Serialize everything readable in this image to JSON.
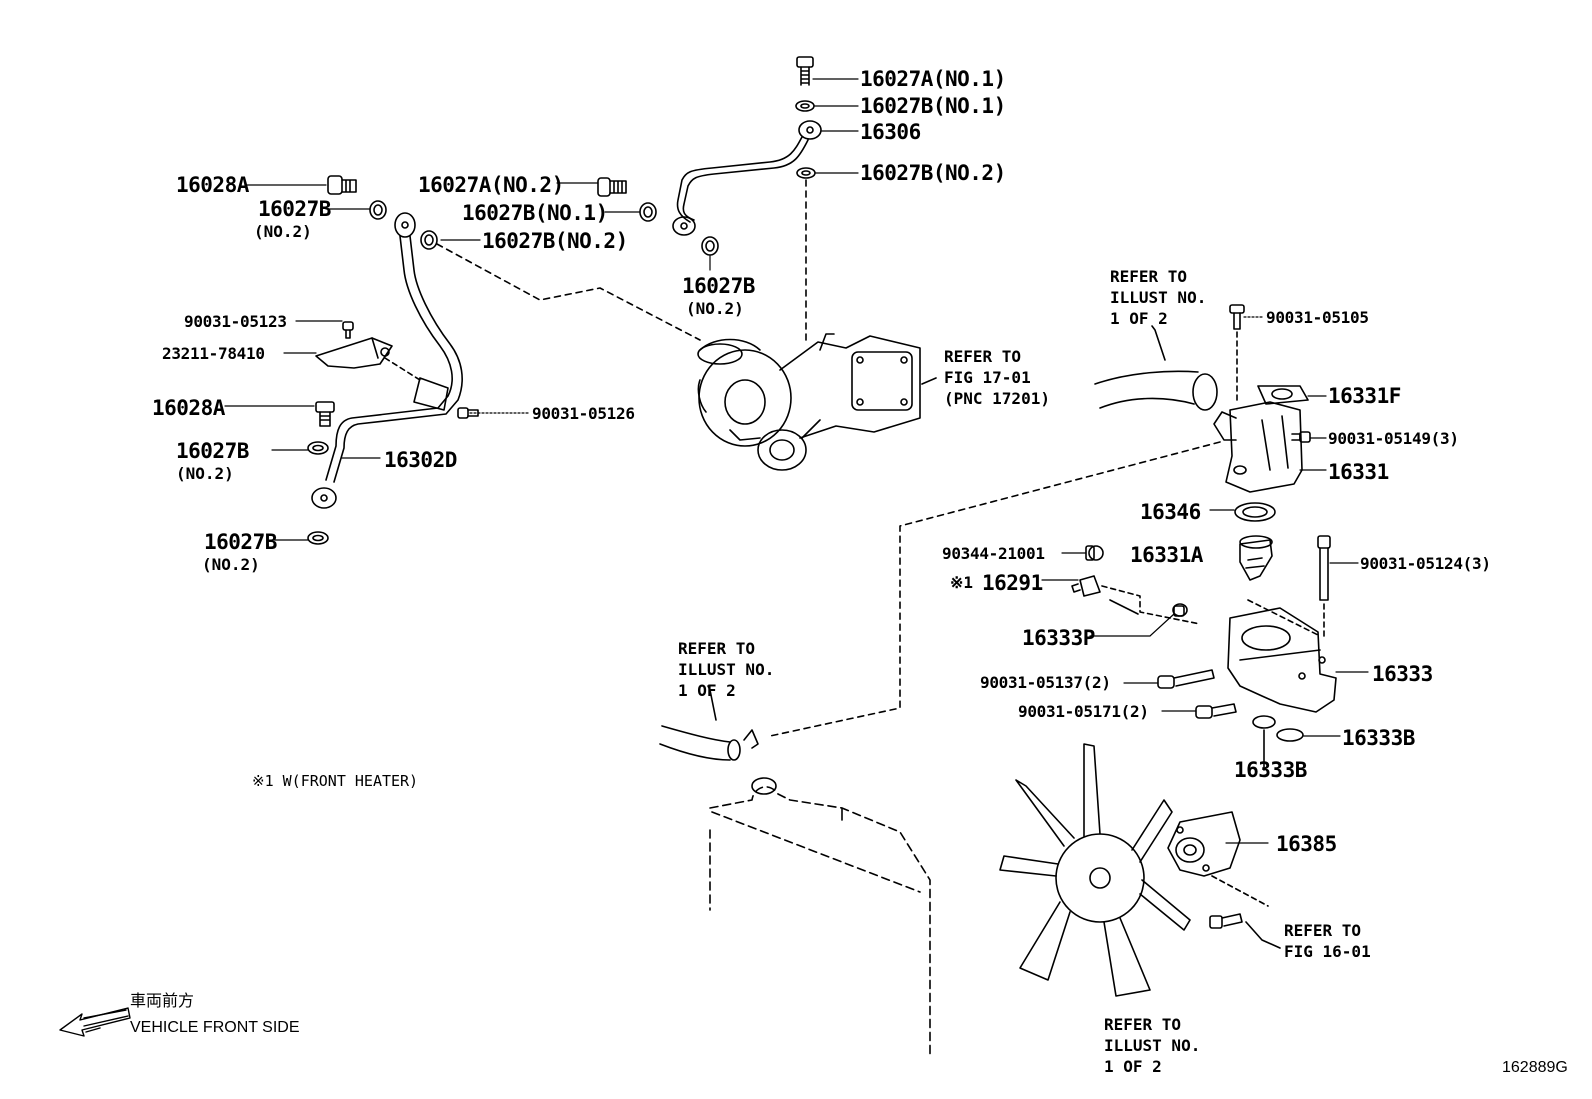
{
  "diagram": {
    "code": "162889G",
    "direction": {
      "jp": "車両前方",
      "en": "VEHICLE FRONT SIDE"
    },
    "note": "※1 W(FRONT HEATER)",
    "labels": {
      "p16027A_no1_top": "16027A(NO.1)",
      "p16027B_no1_top": "16027B(NO.1)",
      "p16306": "16306",
      "p16027B_no2_right": "16027B(NO.2)",
      "p16028A_top": "16028A",
      "p16027B_a": "16027B",
      "no2_a": "(NO.2)",
      "p16027A_no2": "16027A(NO.2)",
      "p16027B_no1_mid": "16027B(NO.1)",
      "p16027B_no2_mid": "16027B(NO.2)",
      "p16027B_b": "16027B",
      "no2_b": "(NO.2)",
      "p90031_05123": "90031-05123",
      "p23211_78410": "23211-78410",
      "p16028A_mid": "16028A",
      "p90031_05126": "90031-05126",
      "p16027B_c": "16027B",
      "no2_c": "(NO.2)",
      "p16302D": "16302D",
      "p16027B_d": "16027B",
      "no2_d": "(NO.2)",
      "p90031_05105": "90031-05105",
      "p16331F": "16331F",
      "p90031_05149": "90031-05149(3)",
      "p16331": "16331",
      "p16346": "16346",
      "p90344_21001": "90344-21001",
      "p16331A": "16331A",
      "p90031_05124": "90031-05124(3)",
      "mark1": "※1",
      "p16291": "16291",
      "p16333P": "16333P",
      "p90031_05137": "90031-05137(2)",
      "p16333": "16333",
      "p90031_05171": "90031-05171(2)",
      "p16333B_right": "16333B",
      "p16333B_bottom": "16333B",
      "p16385": "16385"
    },
    "refs": {
      "turbo": "REFER TO\nFIG 17-01\n(PNC 17201)",
      "hose_top": "REFER TO\nILLUST NO.\n1 OF 2",
      "hose_left": "REFER TO\nILLUST NO.\n1 OF 2",
      "bolt_fig16": "REFER TO\nFIG 16-01",
      "fan_bottom": "REFER TO\nILLUST NO.\n1 OF 2"
    }
  }
}
